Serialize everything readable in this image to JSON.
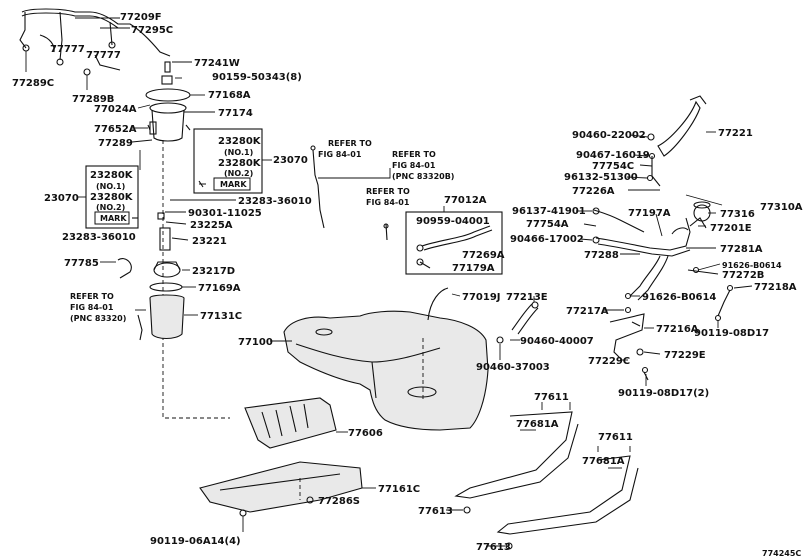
{
  "labels": {
    "p77209F": "77209F",
    "p77295C": "77295C",
    "p77777a": "77777",
    "p77777b": "77777",
    "p77289C": "77289C",
    "p77241W": "77241W",
    "p90159": "90159-50343(8)",
    "p77289B": "77289B",
    "p77168A": "77168A",
    "p77024A": "77024A",
    "p77174": "77174",
    "p77652A": "77652A",
    "p77289": "77289",
    "p23280K_r1": "23280K",
    "no1_r": "(NO.1)",
    "p23280K_r2": "23280K",
    "no2_r": "(NO.2)",
    "mark_r": "MARK",
    "p23070_r": "23070",
    "p23280K_l1": "23280K",
    "no1_l": "(NO.1)",
    "p23280K_l2": "23280K",
    "no2_l": "(NO.2)",
    "mark_l": "MARK",
    "p23070_l": "23070",
    "p23283_r": "23283-36010",
    "p90301": "90301-11025",
    "p23225A": "23225A",
    "p23283_l": "23283-36010",
    "p23221": "23221",
    "p77785": "77785",
    "p23217D": "23217D",
    "p77169A": "77169A",
    "ref1_a": "REFER TO",
    "ref1_b": "FIG 84-01",
    "ref1_c": "(PNC 83320)",
    "p77131C": "77131C",
    "p77100": "77100",
    "ref2_a": "REFER TO",
    "ref2_b": "FIG 84-01",
    "ref3_a": "REFER TO",
    "ref3_b": "FIG 84-01",
    "ref3_c": "(PNC 83320B)",
    "ref4_a": "REFER TO",
    "ref4_b": "FIG 84-01",
    "p77012A": "77012A",
    "p90959": "90959-04001",
    "p77269A": "77269A",
    "p77179A": "77179A",
    "p77019J": "77019J",
    "p77213E": "77213E",
    "p90460_40007": "90460-40007",
    "p90460_37003": "90460-37003",
    "p77606": "77606",
    "p77161C": "77161C",
    "p77286S": "77286S",
    "p90119_06A14": "90119-06A14(4)",
    "p77613a": "77613",
    "p77613b": "77613",
    "p77611a": "77611",
    "p77681Aa": "77681A",
    "p77611b": "77611",
    "p77681Ab": "77681A",
    "p90460_22002": "90460-22002",
    "p77221": "77221",
    "p90467": "90467-16019",
    "p77754C": "77754C",
    "p96132": "96132-51300",
    "p77226A": "77226A",
    "p96137": "96137-41901",
    "p77754A": "77754A",
    "p90466": "90466-17002",
    "p77197A": "77197A",
    "p77316": "77316",
    "p77310A": "77310A",
    "p77201E": "77201E",
    "p77288": "77288",
    "p77281A": "77281A",
    "p91626_B0614a": "91626-B0614",
    "p77272B": "77272B",
    "p77218A": "77218A",
    "p91626_B0614b": "91626-B0614",
    "p77217A": "77217A",
    "p90119_08D17": "90119-08D17",
    "p77216A": "77216A",
    "p77229C": "77229C",
    "p77229E": "77229E",
    "p90119_08D17_2": "90119-08D17(2)",
    "fig_code": "774245C"
  }
}
